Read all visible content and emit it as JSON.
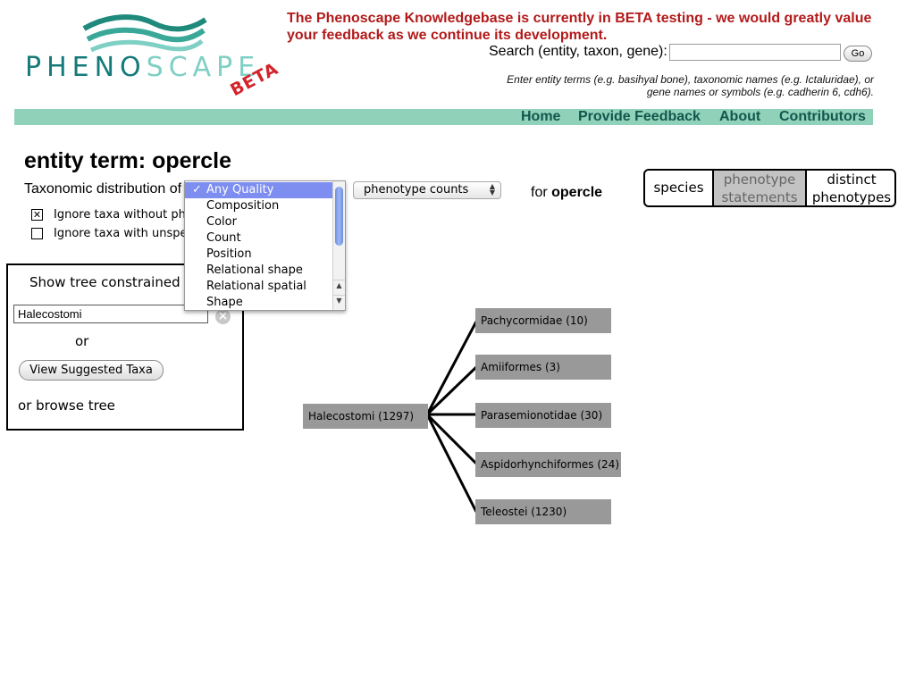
{
  "logo": {
    "text_part1": "PHENO",
    "text_part2": "SCAPE",
    "badge": "BETA"
  },
  "header": {
    "beta_notice": "The Phenoscape Knowledgebase is currently in BETA testing - we would greatly value your feedback as we continue its development.",
    "search_label": "Search (entity, taxon, gene):",
    "search_value": "",
    "go_label": "Go",
    "search_hint": "Enter entity terms (e.g. basihyal bone), taxonomic names (e.g. Ictaluridae), or gene names or symbols (e.g. cadherin 6, cdh6)."
  },
  "nav": {
    "items": [
      "Home",
      "Provide Feedback",
      "About",
      "Contributors"
    ]
  },
  "page": {
    "title": "entity term: opercle",
    "tax_dist_label": "Taxonomic distribution of",
    "quality_options": [
      "Any Quality",
      "Composition",
      "Color",
      "Count",
      "Position",
      "Relational shape",
      "Relational spatial",
      "Shape"
    ],
    "quality_selected": "Any Quality",
    "counts_select_value": "phenotype counts",
    "for_prefix": "for",
    "for_term": "opercle",
    "tabs": [
      "species",
      "phenotype statements",
      "distinct phenotypes"
    ],
    "active_tab": "phenotype statements",
    "checkbox1": {
      "label": "Ignore taxa without phenotypes",
      "checked": true
    },
    "checkbox2": {
      "label": "Ignore taxa with unspecified",
      "checked": false
    }
  },
  "constraint_panel": {
    "heading": "Show tree constrained at",
    "taxon_value": "Halecostomi",
    "or_label": "or",
    "suggest_button": "View Suggested Taxa",
    "browse_label": "or browse tree"
  },
  "tree": {
    "root": "Halecostomi (1297)",
    "children": [
      "Pachycormidae (10)",
      "Amiiformes (3)",
      "Parasemionotidae (30)",
      "Aspidorhynchiformes (24)",
      "Teleostei (1230)"
    ]
  },
  "colors": {
    "nav_bar": "#8fd2b9",
    "beta_notice": "#b31a1a",
    "tree_node": "#999999",
    "selected_option": "#7d8df0"
  }
}
